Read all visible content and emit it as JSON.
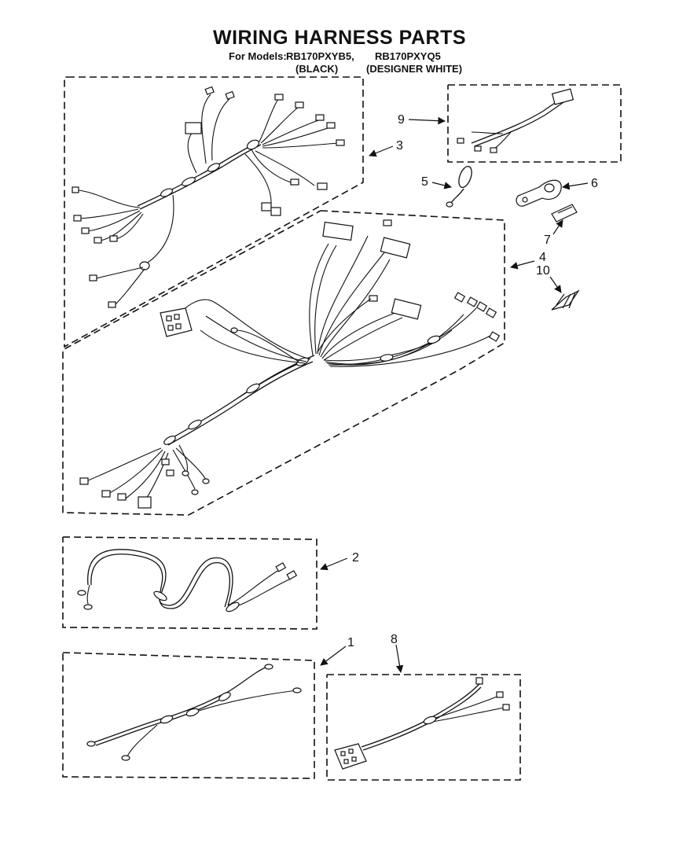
{
  "header": {
    "title": "WIRING HARNESS PARTS",
    "models_prefix": "For Models:",
    "model_1": "RB170PXYB5,",
    "model_1_color": "(BLACK)",
    "model_2": "RB170PXYQ5",
    "model_2_color": "(DESIGNER WHITE)"
  },
  "callouts": {
    "c1": "1",
    "c2": "2",
    "c3": "3",
    "c4": "4",
    "c5": "5",
    "c6": "6",
    "c7": "7",
    "c8": "8",
    "c9": "9",
    "c10": "10"
  }
}
